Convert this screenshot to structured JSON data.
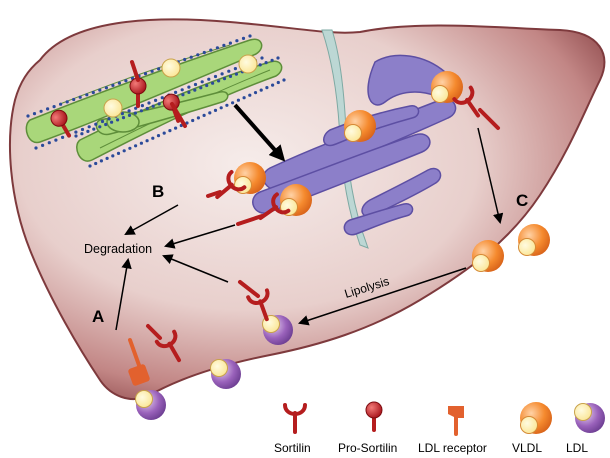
{
  "labels": {
    "a": "A",
    "b": "B",
    "c": "C",
    "degradation": "Degradation",
    "lipolysis": "Lipolysis"
  },
  "legend": {
    "sortilin": "Sortilin",
    "pro_sortilin": "Pro-Sortilin",
    "ldl_receptor": "LDL receptor",
    "vldl": "VLDL",
    "ldl": "LDL"
  },
  "colors": {
    "liver_outer": "#a05a5c",
    "liver_inner": "#f2e3e1",
    "er": "#a9d77a",
    "er_dots": "#2b4a9a",
    "golgi": "#8c7fc9",
    "receptor": "#b51d1e",
    "ldl_receptor": "#e2612e",
    "vldl": "#f2842c",
    "ldl": "#8c55b0",
    "core": "#fff3b8"
  }
}
